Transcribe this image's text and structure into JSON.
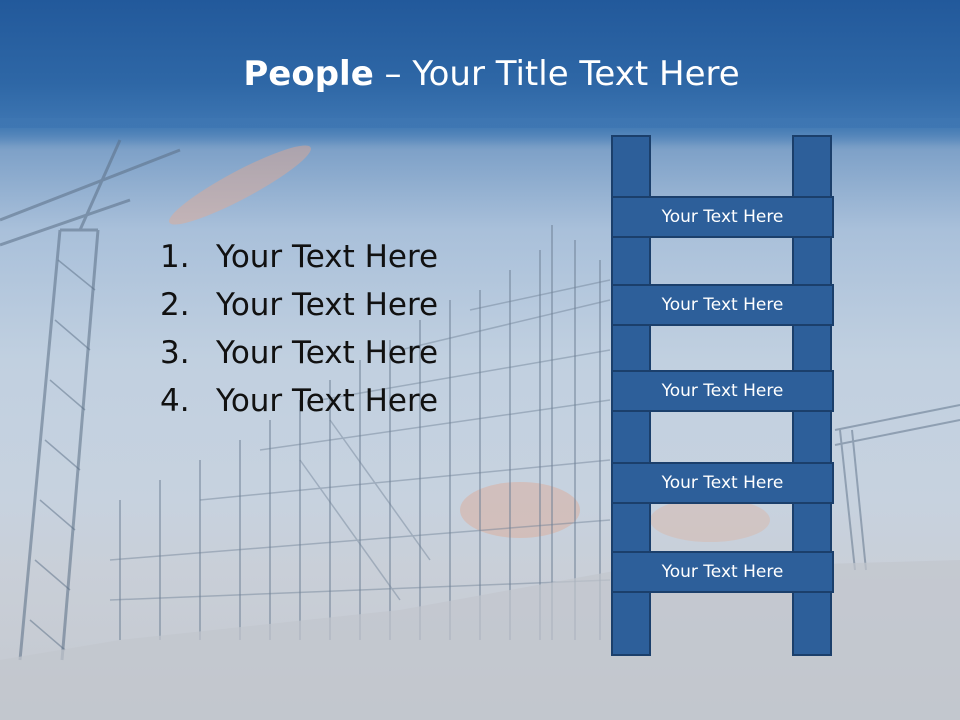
{
  "title": {
    "bold": "People",
    "rest": " – Your Title Text Here"
  },
  "list": {
    "items": [
      {
        "number": "1.",
        "text": "Your Text Here"
      },
      {
        "number": "2.",
        "text": "Your Text Here"
      },
      {
        "number": "3.",
        "text": "Your Text Here"
      },
      {
        "number": "4.",
        "text": "Your Text Here"
      }
    ]
  },
  "ladder": {
    "rungs": [
      "Your Text Here",
      "Your Text Here",
      "Your Text Here",
      "Your Text Here",
      "Your Text Here"
    ]
  },
  "colors": {
    "header": "#2e67a6",
    "ladder_fill": "#2d5f9a",
    "ladder_border": "#1b3f6b"
  },
  "background": {
    "image": "construction-site-scaffolding-crane"
  }
}
